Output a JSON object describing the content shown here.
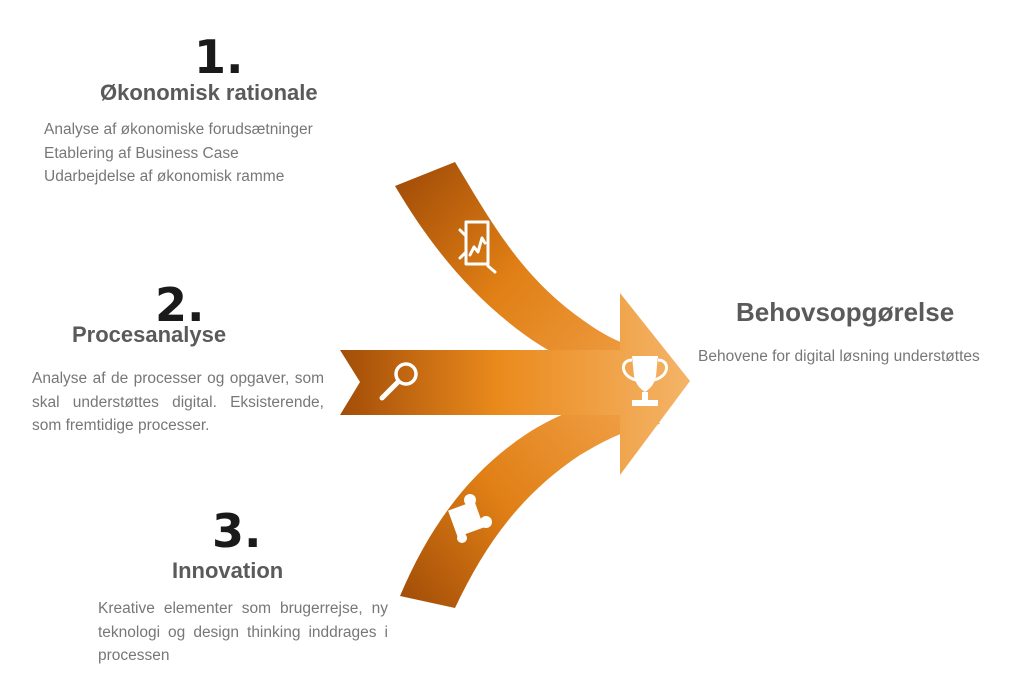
{
  "items": [
    {
      "number": "1.",
      "title": "Økonomisk rationale",
      "lines": [
        "Analyse af økonomiske forudsætninger",
        "Etablering af Business Case",
        "Udarbejdelse af økonomisk ramme"
      ],
      "icon": "chart-board-icon"
    },
    {
      "number": "2.",
      "title": "Procesanalyse",
      "text": "Analyse af de processer og opgaver, som skal understøttes digital. Eksisterende, som fremtidige processer.",
      "icon": "magnifier-icon"
    },
    {
      "number": "3.",
      "title": "Innovation",
      "text": "Kreative elementer som brugerrejse, ny teknologi og design thinking inddrages i processen",
      "icon": "puzzle-icon"
    }
  ],
  "result": {
    "title": "Behovsopgørelse",
    "text": "Behovene for digital løsning understøttes",
    "icon": "trophy-icon"
  },
  "colors": {
    "arrow_dark": "#a24d08",
    "arrow_mid": "#ea8a1c",
    "arrow_light": "#f4b264",
    "heading": "#5a5a5a",
    "body_text": "#777777",
    "number": "#1a1a1a"
  }
}
